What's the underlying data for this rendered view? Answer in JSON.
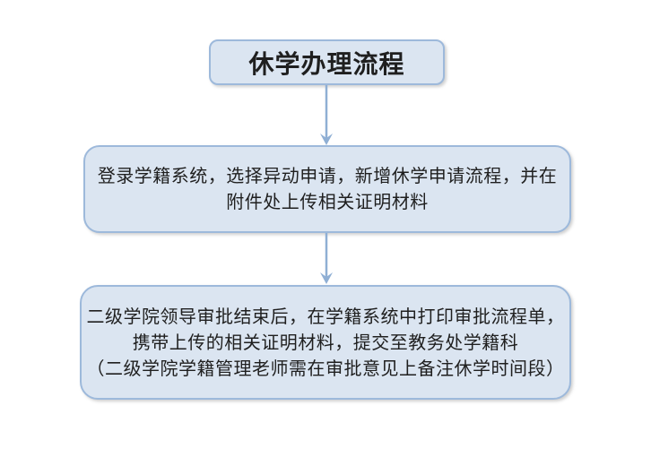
{
  "diagram": {
    "title": "休学办理流程",
    "steps": [
      {
        "name": "step-1",
        "lines": [
          "登录学籍系统，选择异动申请，新增休学申请流程，并在",
          "附件处上传相关证明材料"
        ]
      },
      {
        "name": "step-2",
        "lines": [
          "二级学院领导审批结束后，在学籍系统中打印审批流程单，",
          "携带上传的相关证明材料，提交至教务处学籍科",
          "（二级学院学籍管理老师需在审批意见上备注休学时间段）"
        ]
      }
    ],
    "connectors": [
      {
        "from": "title",
        "to": "step-1",
        "icon": "down-arrow-icon"
      },
      {
        "from": "step-1",
        "to": "step-2",
        "icon": "down-arrow-icon"
      }
    ],
    "colors": {
      "box_fill": "#dbe5f1",
      "box_border": "#9db9db",
      "arrow": "#8fafd4",
      "text": "#1f1f1f",
      "background": "#ffffff"
    }
  }
}
